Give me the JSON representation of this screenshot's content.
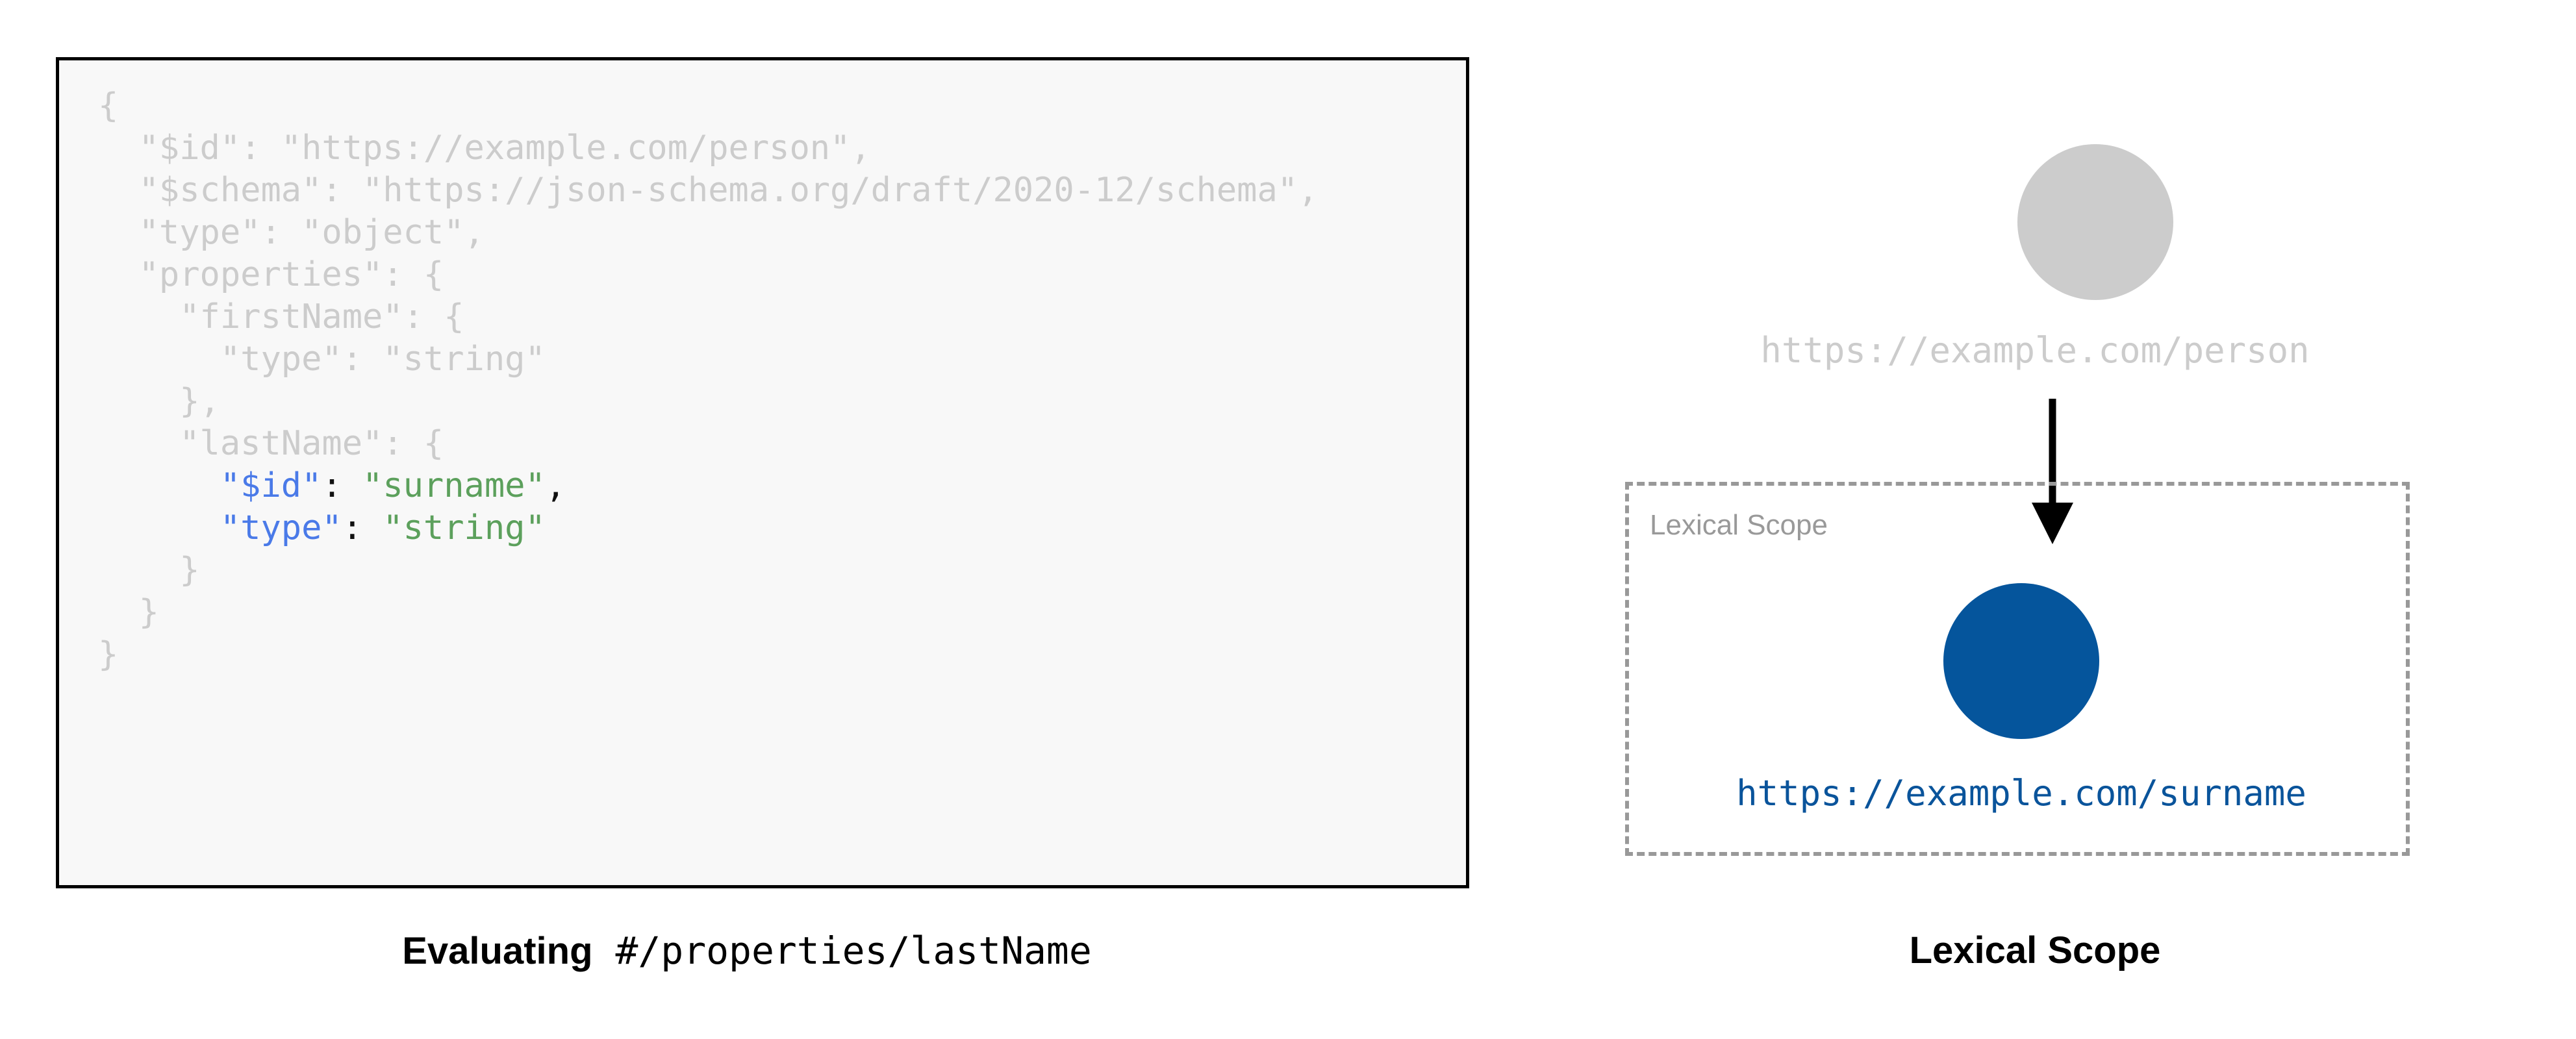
{
  "colors": {
    "dimmed_text": "#cccccc",
    "json_key_blue": "#4a7ae8",
    "json_string_green": "#5ca05c",
    "node_inactive_grey": "#cccccc",
    "node_active_blue": "#05559c",
    "scope_border_grey": "#999999",
    "code_block_bg": "#f8f8f8",
    "code_block_border": "#000000"
  },
  "code_panel": {
    "lines": [
      {
        "indent": 0,
        "segments": [
          {
            "text": "{",
            "style": "dim"
          }
        ]
      },
      {
        "indent": 1,
        "segments": [
          {
            "text": "\"$id\": \"https://example.com/person\",",
            "style": "dim"
          }
        ]
      },
      {
        "indent": 1,
        "segments": [
          {
            "text": "\"$schema\": \"https://json-schema.org/draft/2020-12/schema\",",
            "style": "dim"
          }
        ]
      },
      {
        "indent": 1,
        "segments": [
          {
            "text": "\"type\": \"object\",",
            "style": "dim"
          }
        ]
      },
      {
        "indent": 1,
        "segments": [
          {
            "text": "\"properties\": {",
            "style": "dim"
          }
        ]
      },
      {
        "indent": 2,
        "segments": [
          {
            "text": "\"firstName\": {",
            "style": "dim"
          }
        ]
      },
      {
        "indent": 3,
        "segments": [
          {
            "text": "\"type\": \"string\"",
            "style": "dim"
          }
        ]
      },
      {
        "indent": 2,
        "segments": [
          {
            "text": "},",
            "style": "dim"
          }
        ]
      },
      {
        "indent": 2,
        "segments": [
          {
            "text": "\"lastName\": {",
            "style": "dim"
          }
        ]
      },
      {
        "indent": 3,
        "segments": [
          {
            "text": "\"$id\"",
            "style": "key"
          },
          {
            "text": ": ",
            "style": "punc"
          },
          {
            "text": "\"surname\"",
            "style": "str"
          },
          {
            "text": ",",
            "style": "punc"
          }
        ]
      },
      {
        "indent": 3,
        "segments": [
          {
            "text": "\"type\"",
            "style": "key"
          },
          {
            "text": ": ",
            "style": "punc"
          },
          {
            "text": "\"string\"",
            "style": "str"
          }
        ]
      },
      {
        "indent": 2,
        "segments": [
          {
            "text": "}",
            "style": "dim"
          }
        ]
      },
      {
        "indent": 1,
        "segments": [
          {
            "text": "}",
            "style": "dim"
          }
        ]
      },
      {
        "indent": 0,
        "segments": [
          {
            "text": "}",
            "style": "dim"
          }
        ]
      }
    ],
    "caption": {
      "bold_part": "Evaluating",
      "mono_part": "#/properties/lastName"
    }
  },
  "diagram_panel": {
    "outer_node": {
      "label": "https://example.com/person",
      "state": "inactive"
    },
    "arrow": {
      "name": "downward-arrow",
      "direction": "down"
    },
    "lexical_scope": {
      "box_label": "Lexical Scope",
      "inner_node": {
        "label": "https://example.com/surname",
        "state": "active"
      }
    },
    "caption": "Lexical Scope"
  }
}
